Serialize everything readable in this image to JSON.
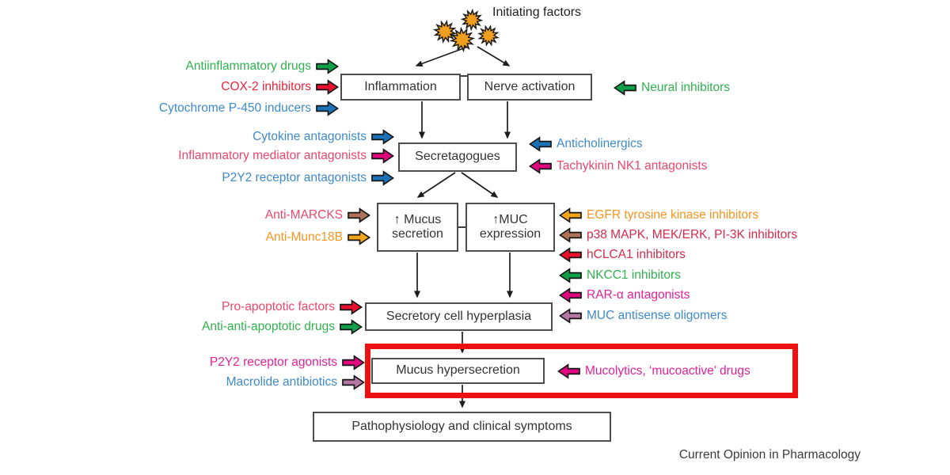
{
  "title": "Initiating factors",
  "caption": "Current Opinion in Pharmacology",
  "boxes": {
    "inflammation": "Inflammation",
    "nerve_activation": "Nerve activation",
    "secretagogues": "Secretagogues",
    "mucus_secretion": "↑ Mucus\nsecretion",
    "muc_expression": "↑MUC\nexpression",
    "secretory_cell_hyperplasia": "Secretory cell hyperplasia",
    "mucus_hypersecretion": "Mucus hypersecretion",
    "pathophysiology": "Pathophysiology and clinical symptoms"
  },
  "labels": {
    "left": [
      {
        "text": "Antiinflammatory drugs",
        "text_color": "green",
        "arrow_color": "green"
      },
      {
        "text": "COX-2 inhibitors",
        "text_color": "red",
        "arrow_color": "red"
      },
      {
        "text": "Cytochrome P-450 inducers",
        "text_color": "blue",
        "arrow_color": "blue"
      },
      {
        "text": "Cytokine antagonists",
        "text_color": "blue",
        "arrow_color": "blue"
      },
      {
        "text": "Inflammatory mediator antagonists",
        "text_color": "rose",
        "arrow_color": "magenta"
      },
      {
        "text": "P2Y2 receptor antagonists",
        "text_color": "blue",
        "arrow_color": "blue"
      },
      {
        "text": "Anti-MARCKS",
        "text_color": "rose",
        "arrow_color": "brown"
      },
      {
        "text": "Anti-Munc18B",
        "text_color": "orange",
        "arrow_color": "orange"
      },
      {
        "text": "Pro-apoptotic factors",
        "text_color": "rose",
        "arrow_color": "red"
      },
      {
        "text": "Anti-anti-apoptotic drugs",
        "text_color": "green",
        "arrow_color": "green"
      },
      {
        "text": "P2Y2 receptor agonists",
        "text_color": "magenta",
        "arrow_color": "magenta"
      },
      {
        "text": "Macrolide antibiotics",
        "text_color": "blue",
        "arrow_color": "mauve"
      }
    ],
    "right": [
      {
        "text": "Neural inhibitors",
        "text_color": "green",
        "arrow_color": "green"
      },
      {
        "text": "Anticholinergics",
        "text_color": "blue",
        "arrow_color": "blue"
      },
      {
        "text": "Tachykinin NK1 antagonists",
        "text_color": "rose",
        "arrow_color": "magenta"
      },
      {
        "text": "EGFR tyrosine kinase inhibitors",
        "text_color": "orange",
        "arrow_color": "orange"
      },
      {
        "text": "p38 MAPK, MEK/ERK, PI-3K inhibitors",
        "text_color": "crimson",
        "arrow_color": "brown"
      },
      {
        "text": "hCLCA1 inhibitors",
        "text_color": "crimson",
        "arrow_color": "red"
      },
      {
        "text": "NKCC1 inhibitors",
        "text_color": "green",
        "arrow_color": "green"
      },
      {
        "text": "RAR-α antagonists",
        "text_color": "magenta",
        "arrow_color": "magenta"
      },
      {
        "text": "MUC antisense oligomers",
        "text_color": "blue",
        "arrow_color": "mauve"
      },
      {
        "text": "Mucolytics, ‘mucoactive’ drugs",
        "text_color": "magenta",
        "arrow_color": "magenta"
      }
    ]
  },
  "colors": {
    "green_text": "#2FB14E",
    "red_text": "#E5253C",
    "blue_text": "#3E8AC9",
    "rose_text": "#E9486B",
    "crimson_text": "#D42A4D",
    "orange_text": "#F7941E",
    "magenta_text": "#E02297",
    "green_arrow": "#10A04A",
    "red_arrow": "#E8112D",
    "blue_arrow": "#1B72B8",
    "magenta_arrow": "#E0077E",
    "brown_arrow": "#AD7257",
    "orange_arrow": "#F2A41B",
    "mauve_arrow": "#B477A3",
    "highlight_box": "#EE1111",
    "box_border": "#4D4D4D",
    "starburst": "#F09E1E"
  }
}
